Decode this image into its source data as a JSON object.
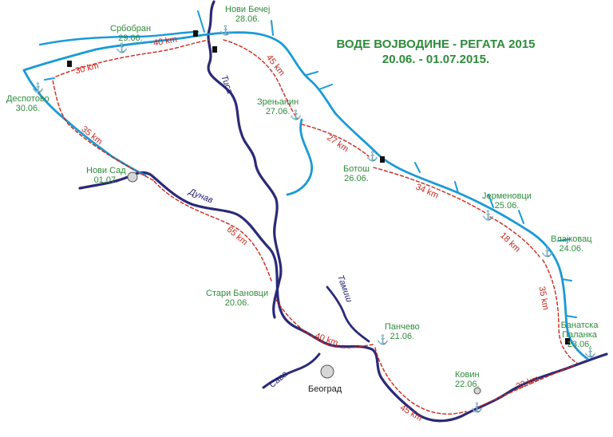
{
  "title": {
    "line1": "ВОДЕ ВОЈВОДИНЕ - РЕГАТА 2015",
    "line2": "20.06. - 01.07.2015."
  },
  "colors": {
    "canal": "#1a9ad6",
    "river": "#2b2a78",
    "route": "#c8281e",
    "label": "#2e8b3a"
  },
  "stops": [
    {
      "name": "Нови Бечеј",
      "date": "28.06."
    },
    {
      "name": "Србобран",
      "date": "29.06."
    },
    {
      "name": "Деспотово",
      "date": "30.06."
    },
    {
      "name": "Нови Сад",
      "date": "01.07."
    },
    {
      "name": "Зрењанин",
      "date": "27.06."
    },
    {
      "name": "Ботош",
      "date": "26.06."
    },
    {
      "name": "Јерменовци",
      "date": "25.06."
    },
    {
      "name": "Влајковац",
      "date": "24.06."
    },
    {
      "name": "Банатска Паланка",
      "date": "23.06."
    },
    {
      "name": "Стари Бановци",
      "date": "20.06."
    },
    {
      "name": "Панчево",
      "date": "21.06."
    },
    {
      "name": "Ковин",
      "date": "22.06."
    }
  ],
  "distances": [
    "40 km",
    "30 km",
    "35 km",
    "45 km",
    "27 km",
    "34 km",
    "18 km",
    "35 km",
    "65 km",
    "40 km",
    "45 km",
    "32 km"
  ],
  "rivers": [
    "Тиса",
    "Дунав",
    "Тамиш",
    "Сава"
  ],
  "cities": [
    "Београд"
  ]
}
